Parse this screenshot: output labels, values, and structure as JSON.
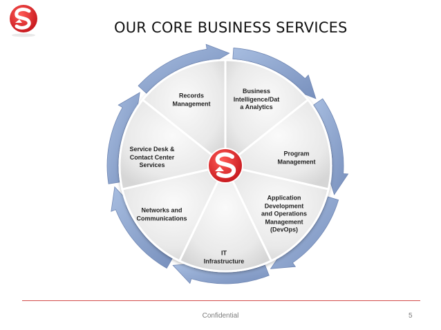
{
  "slide": {
    "title": "OUR CORE BUSINESS SERVICES",
    "footer": "Confidential",
    "page_number": "5"
  },
  "colors": {
    "brand_red": "#e0282c",
    "arrow_blue": "#8ca5cf",
    "footer_line": "#d24a48"
  },
  "services": [
    {
      "id": "records",
      "label": "Records\nManagement"
    },
    {
      "id": "bi",
      "label": "Business\nIntelligence/Dat\na Analytics"
    },
    {
      "id": "program",
      "label": "Program\nManagement"
    },
    {
      "id": "devops",
      "label": "Application\nDevelopment\nand Operations\nManagement\n(DevOps)"
    },
    {
      "id": "it",
      "label": "IT\nInfrastructure"
    },
    {
      "id": "networks",
      "label": "Networks and\nCommunications"
    },
    {
      "id": "servicedesk",
      "label": "Service Desk &\nContact Center\nServices"
    }
  ]
}
